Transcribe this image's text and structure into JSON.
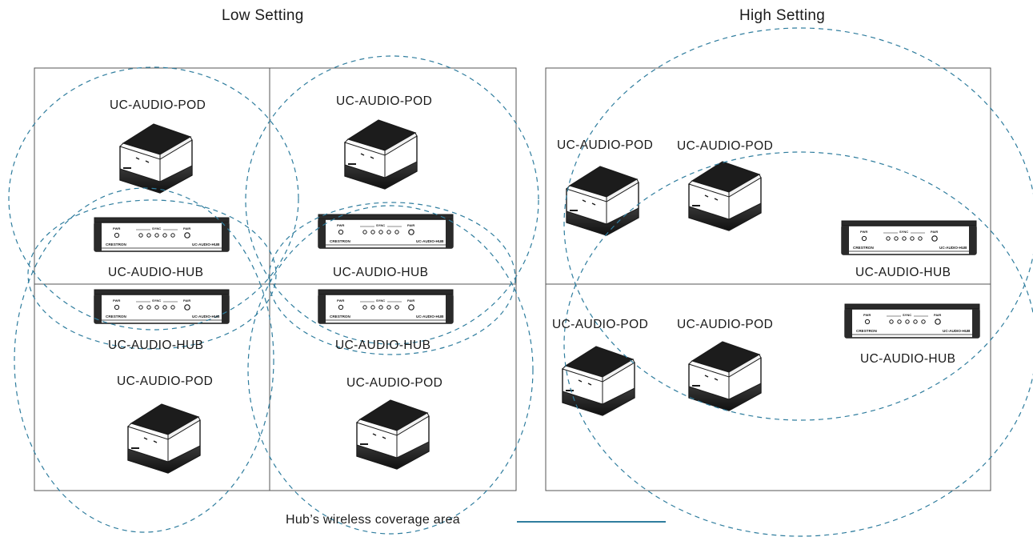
{
  "sections": {
    "low": {
      "title": "Low Setting"
    },
    "high": {
      "title": "High Setting"
    }
  },
  "device_names": {
    "pod": "UC-AUDIO-POD",
    "hub": "UC-AUDIO-HUB"
  },
  "hub_panel": {
    "pwr": "PWR",
    "sync": "SYNC",
    "pair": "PAIR",
    "brand": "CRESTRON",
    "model": "UC-AUDIO-HUB"
  },
  "legend": {
    "text": "Hub’s wireless coverage area",
    "line_color": "#2f7d9e"
  },
  "colors": {
    "coverage_dash": "#2f7d9e",
    "room_border": "#555555"
  }
}
